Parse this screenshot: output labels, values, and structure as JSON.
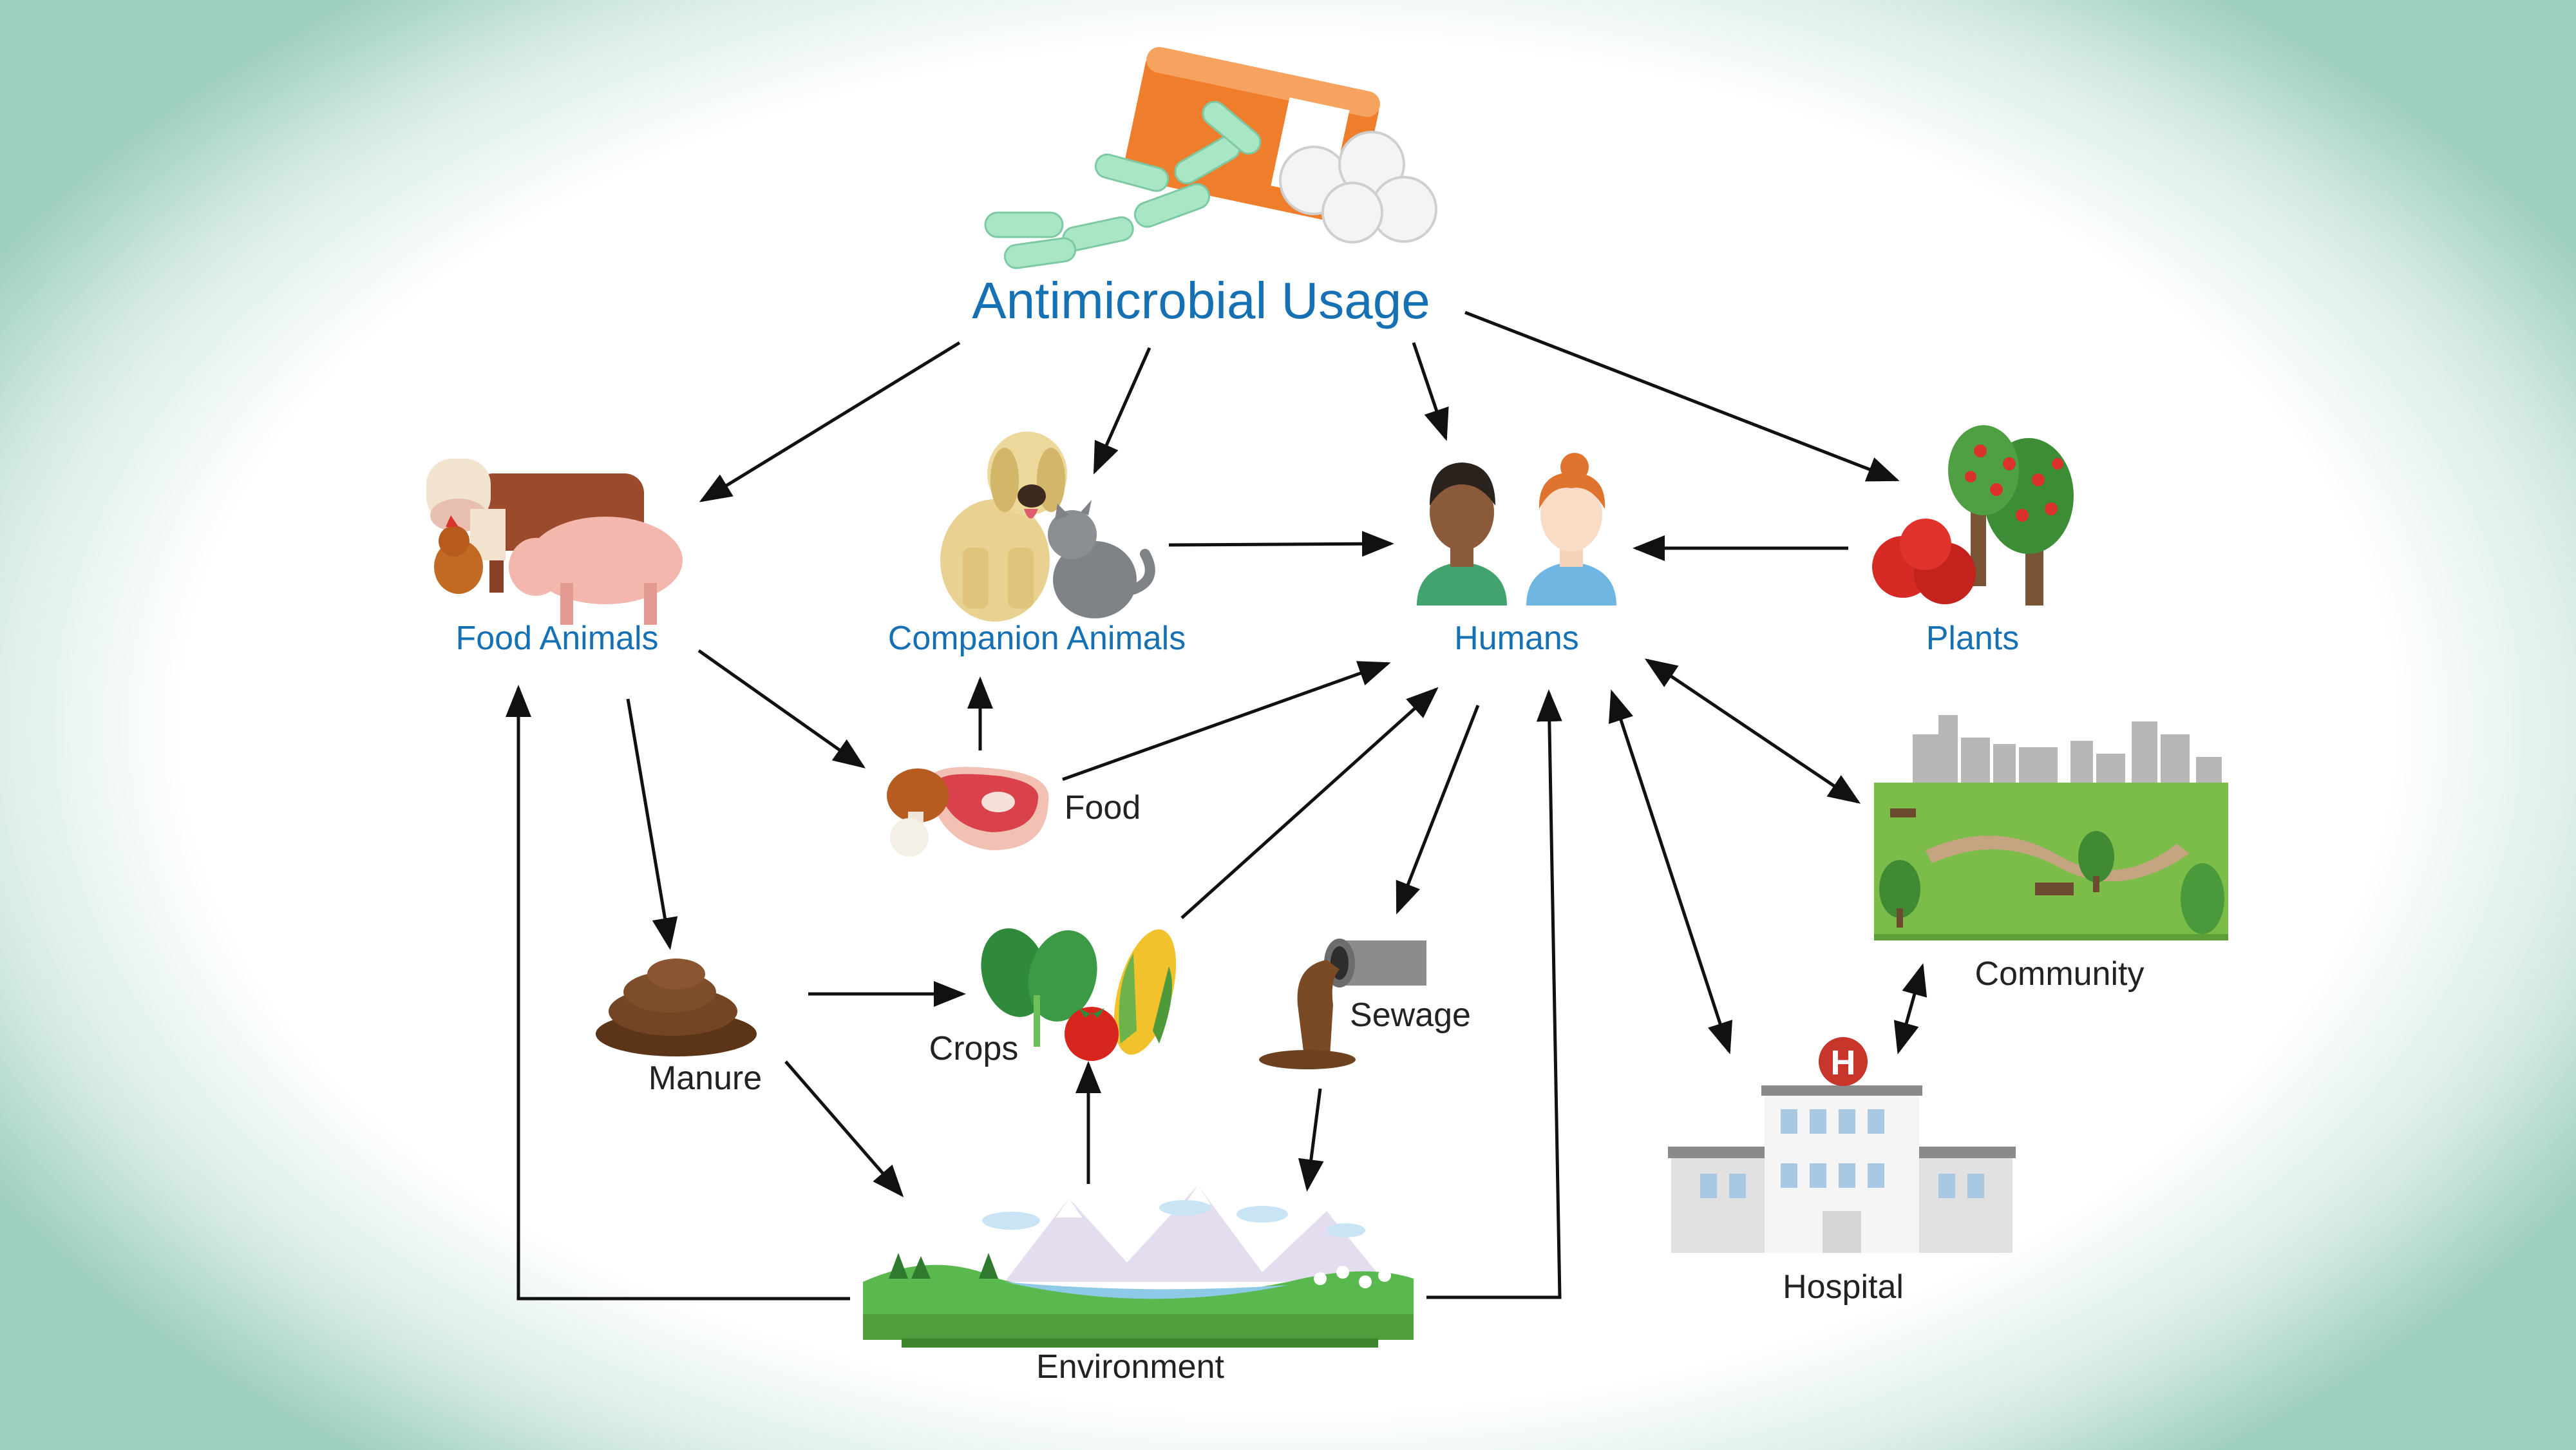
{
  "title": "Antimicrobial Usage",
  "nodes": {
    "food_animals": "Food Animals",
    "companion_animals": "Companion Animals",
    "humans": "Humans",
    "plants": "Plants",
    "food": "Food",
    "manure": "Manure",
    "crops": "Crops",
    "sewage": "Sewage",
    "community": "Community",
    "hospital": "Hospital",
    "environment": "Environment"
  },
  "colors": {
    "label_blue": "#1670b4",
    "label_black": "#222222",
    "arrow": "#111111"
  },
  "edges": [
    {
      "from": "Antimicrobial Usage",
      "to": "Food Animals"
    },
    {
      "from": "Antimicrobial Usage",
      "to": "Companion Animals"
    },
    {
      "from": "Antimicrobial Usage",
      "to": "Humans"
    },
    {
      "from": "Antimicrobial Usage",
      "to": "Plants"
    },
    {
      "from": "Companion Animals",
      "to": "Humans"
    },
    {
      "from": "Plants",
      "to": "Humans"
    },
    {
      "from": "Food Animals",
      "to": "Food"
    },
    {
      "from": "Food",
      "to": "Companion Animals"
    },
    {
      "from": "Food",
      "to": "Humans"
    },
    {
      "from": "Food Animals",
      "to": "Manure"
    },
    {
      "from": "Manure",
      "to": "Crops"
    },
    {
      "from": "Manure",
      "to": "Environment"
    },
    {
      "from": "Crops",
      "to": "Humans"
    },
    {
      "from": "Environment",
      "to": "Crops"
    },
    {
      "from": "Humans",
      "to": "Sewage"
    },
    {
      "from": "Sewage",
      "to": "Environment"
    },
    {
      "from": "Environment",
      "to": "Food Animals"
    },
    {
      "from": "Environment",
      "to": "Humans"
    },
    {
      "from": "Humans",
      "to": "Community",
      "bidirectional": true
    },
    {
      "from": "Humans",
      "to": "Hospital",
      "bidirectional": true
    },
    {
      "from": "Hospital",
      "to": "Community",
      "bidirectional": true
    }
  ]
}
